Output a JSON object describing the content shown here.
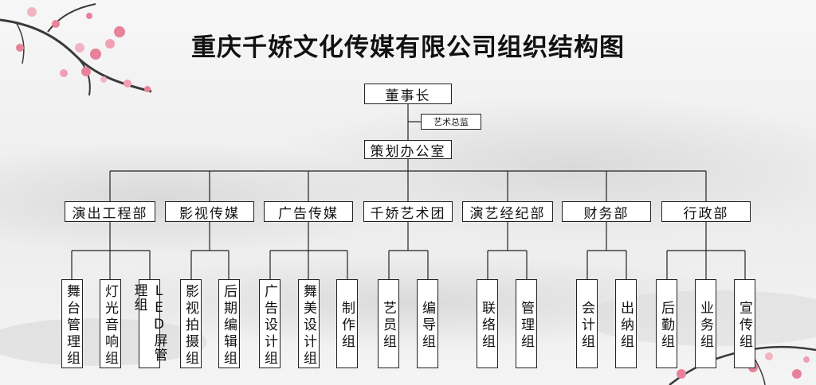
{
  "title": "重庆千娇文化传媒有限公司组织结构图",
  "chairman": "董事长",
  "art_director": "艺术总监",
  "planning_office": "策划办公室",
  "departments": [
    {
      "name": "演出工程部",
      "groups": [
        "舞台管理组",
        "灯光音响组",
        "LED屏管理组"
      ]
    },
    {
      "name": "影视传媒",
      "groups": [
        "影视拍摄组",
        "后期编辑组"
      ]
    },
    {
      "name": "广告传媒",
      "groups": [
        "广告设计组",
        "舞美设计组",
        "制作组"
      ]
    },
    {
      "name": "千娇艺术团",
      "groups": [
        "艺员组",
        "编导组"
      ]
    },
    {
      "name": "演艺经纪部",
      "groups": [
        "联络组",
        "管理组"
      ]
    },
    {
      "name": "财务部",
      "groups": [
        "会计组",
        "出纳组"
      ]
    },
    {
      "name": "行政部",
      "groups": [
        "后勤组",
        "业务组",
        "宣传组"
      ]
    }
  ],
  "colors": {
    "line": "#222222",
    "box_border": "#222222",
    "blossom": "#e8829a"
  }
}
